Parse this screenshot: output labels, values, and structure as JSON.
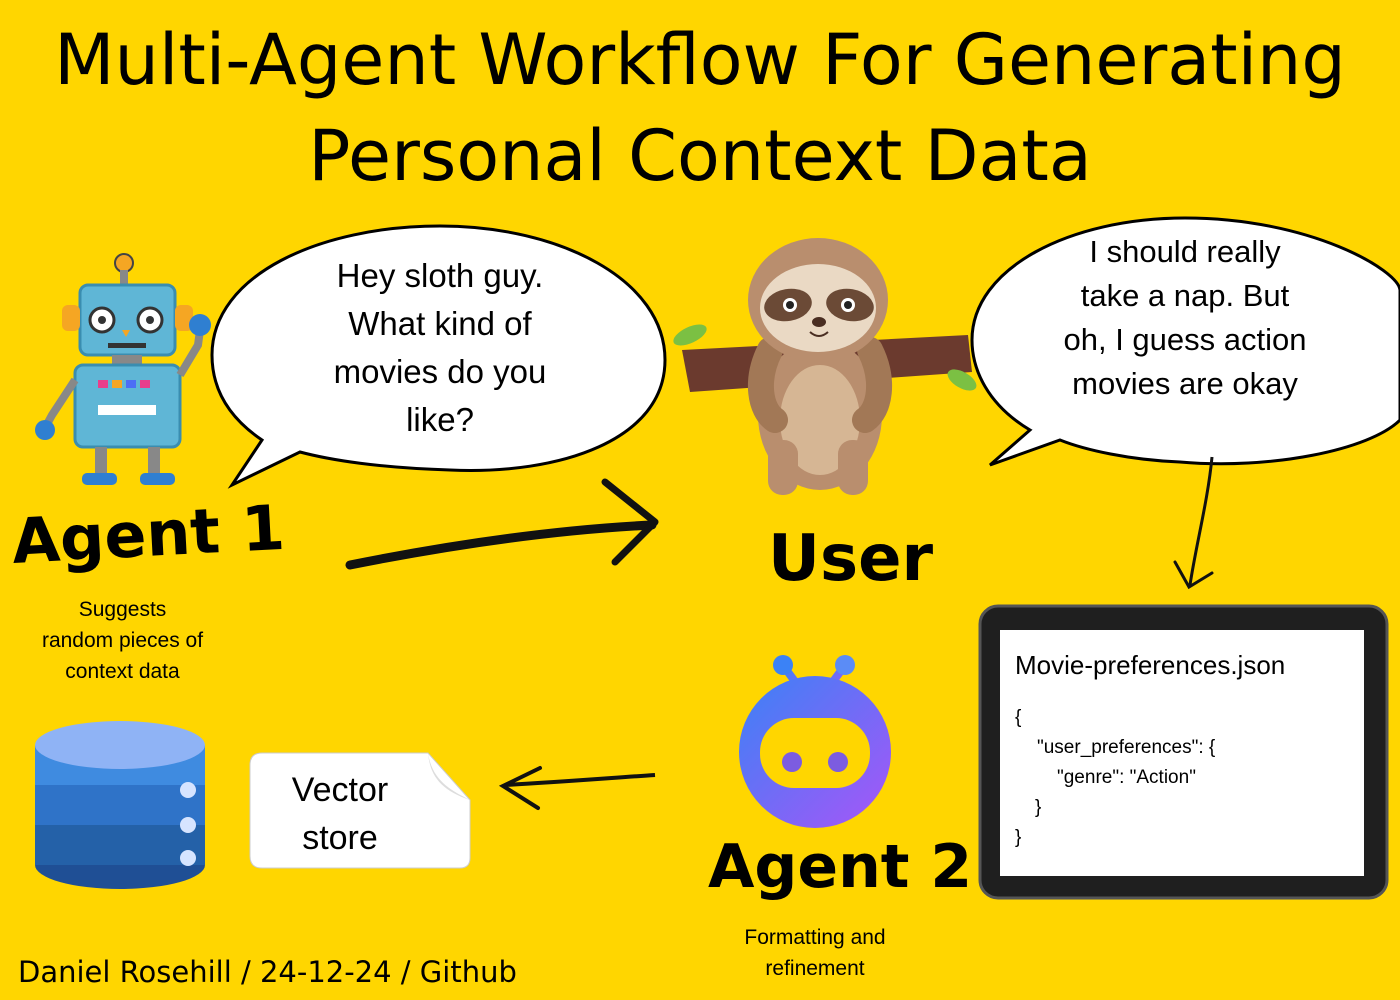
{
  "title": {
    "line1": "Multi-Agent Workflow For Generating",
    "line2": "Personal Context Data"
  },
  "agent1": {
    "label": "Agent 1",
    "desc": [
      "Suggests",
      "random pieces of",
      "context data"
    ],
    "speech": [
      "Hey sloth guy.",
      "What kind of",
      "movies do you",
      "like?"
    ]
  },
  "user": {
    "label": "User",
    "speech": [
      "I should really",
      "take a nap. But",
      "oh, I guess action",
      "movies are okay"
    ]
  },
  "agent2": {
    "label": "Agent 2",
    "desc": [
      "Formatting and",
      "refinement"
    ]
  },
  "tablet": {
    "filename": "Movie-preferences.json",
    "json_lines": [
      "{",
      "\"user_preferences\": {",
      "\"genre\": \"Action\"",
      "}",
      "}"
    ]
  },
  "vector_store": {
    "label": [
      "Vector",
      "store"
    ]
  },
  "footer": "Daniel Rosehill / 24-12-24 / Github",
  "colors": {
    "background": "#FFD600",
    "robot_body": "#5FB6D6",
    "agent2_gradient_start": "#3B82F6",
    "agent2_gradient_end": "#A855F7",
    "database": "#2F7FD1"
  }
}
